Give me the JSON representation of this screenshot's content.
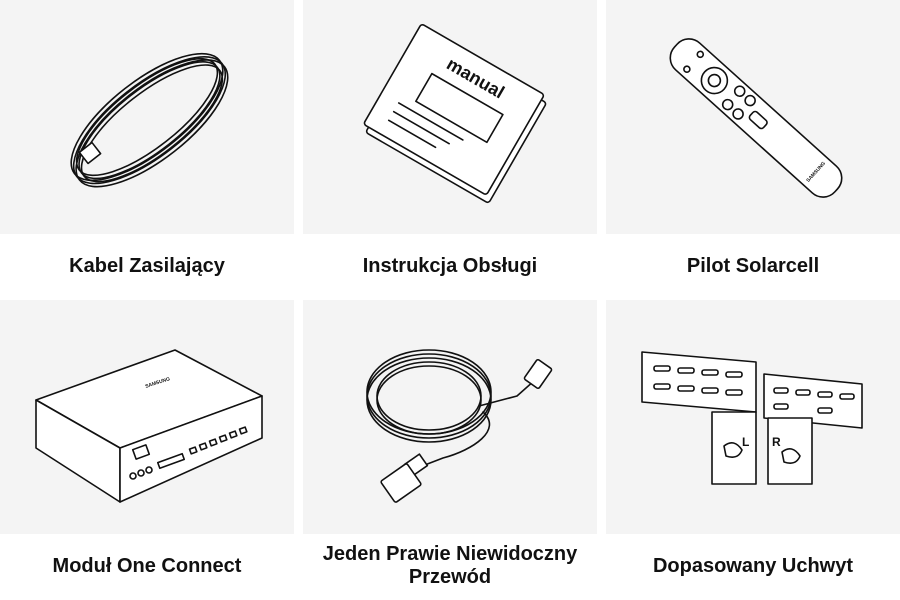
{
  "items": [
    {
      "label": "Kabel Zasilający",
      "icon": "power-cable-icon"
    },
    {
      "label": "Instrukcja Obsługi",
      "icon": "manual-book-icon",
      "cover_text": "manual"
    },
    {
      "label": "Pilot Solarcell",
      "icon": "remote-control-icon",
      "brand_text": "SAMSUNG"
    },
    {
      "label": "Moduł One Connect",
      "icon": "one-connect-box-icon",
      "brand_text": "SAMSUNG"
    },
    {
      "label": "Jeden Prawie Niewidoczny Przewód",
      "icon": "invisible-cable-icon"
    },
    {
      "label": "Dopasowany Uchwyt",
      "icon": "wall-mount-bracket-icon",
      "left_mark": "L",
      "right_mark": "R"
    }
  ]
}
